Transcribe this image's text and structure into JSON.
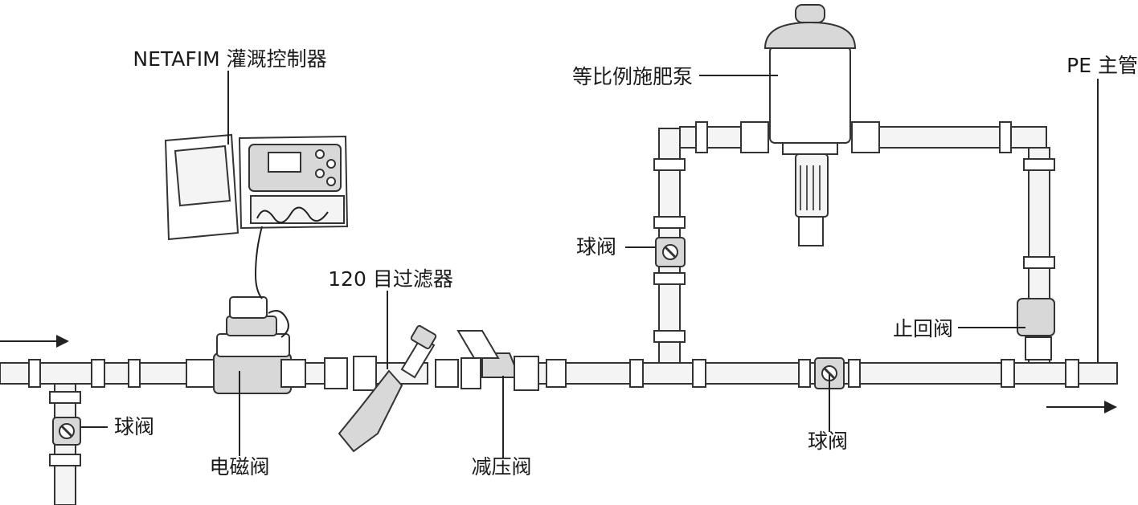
{
  "labels": {
    "controller": "NETAFIM 灌溉控制器",
    "fert_pump": "等比例施肥泵",
    "pe_main": "PE 主管",
    "ball_valve_bypass": "球阀",
    "filter": "120 目过滤器",
    "check_valve": "止回阀",
    "ball_valve_inlet": "球阀",
    "solenoid_valve": "电磁阀",
    "pressure_reducer": "减压阀",
    "ball_valve_main": "球阀"
  },
  "colors": {
    "line": "#333333",
    "pipe_fill": "#f4f4f4",
    "text": "#1a1a1a"
  },
  "icons": {
    "flow_in": "arrow-right-icon",
    "flow_out": "arrow-right-icon"
  }
}
